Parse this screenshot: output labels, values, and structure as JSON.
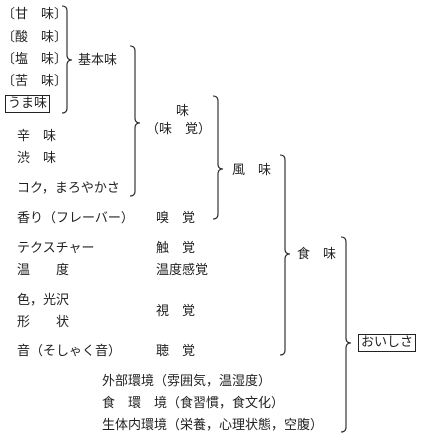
{
  "basic_tastes": [
    "〔甘　味〕",
    "〔酸　味〕",
    "〔塩　味〕",
    "〔苦　味〕",
    "うま味"
  ],
  "labels": {
    "basic_taste": "基本味",
    "taste": "味",
    "taste_sense": "（味　覚）",
    "flavor": "風　味",
    "food_taste": "食　味",
    "oishisa": "おいしさ"
  },
  "other_tastes": [
    "辛　味",
    "渋　味",
    "コク，まろやかさ"
  ],
  "properties": {
    "aroma": "香り（フレーバー）",
    "smell": "嗅　覚",
    "texture": "テクスチャー",
    "touch": "触　覚",
    "temperature": "温　　度",
    "temp_sense": "温度感覚",
    "color": "色，光沢",
    "shape": "形　　状",
    "sight": "視　覚",
    "sound": "音（そしゃく音）",
    "hearing": "聴　覚"
  },
  "environments": [
    "外部環境（雰囲気，温湿度）",
    "食　環　境（食習慣，食文化）",
    "生体内環境（栄養，心理状態，空腹）"
  ]
}
